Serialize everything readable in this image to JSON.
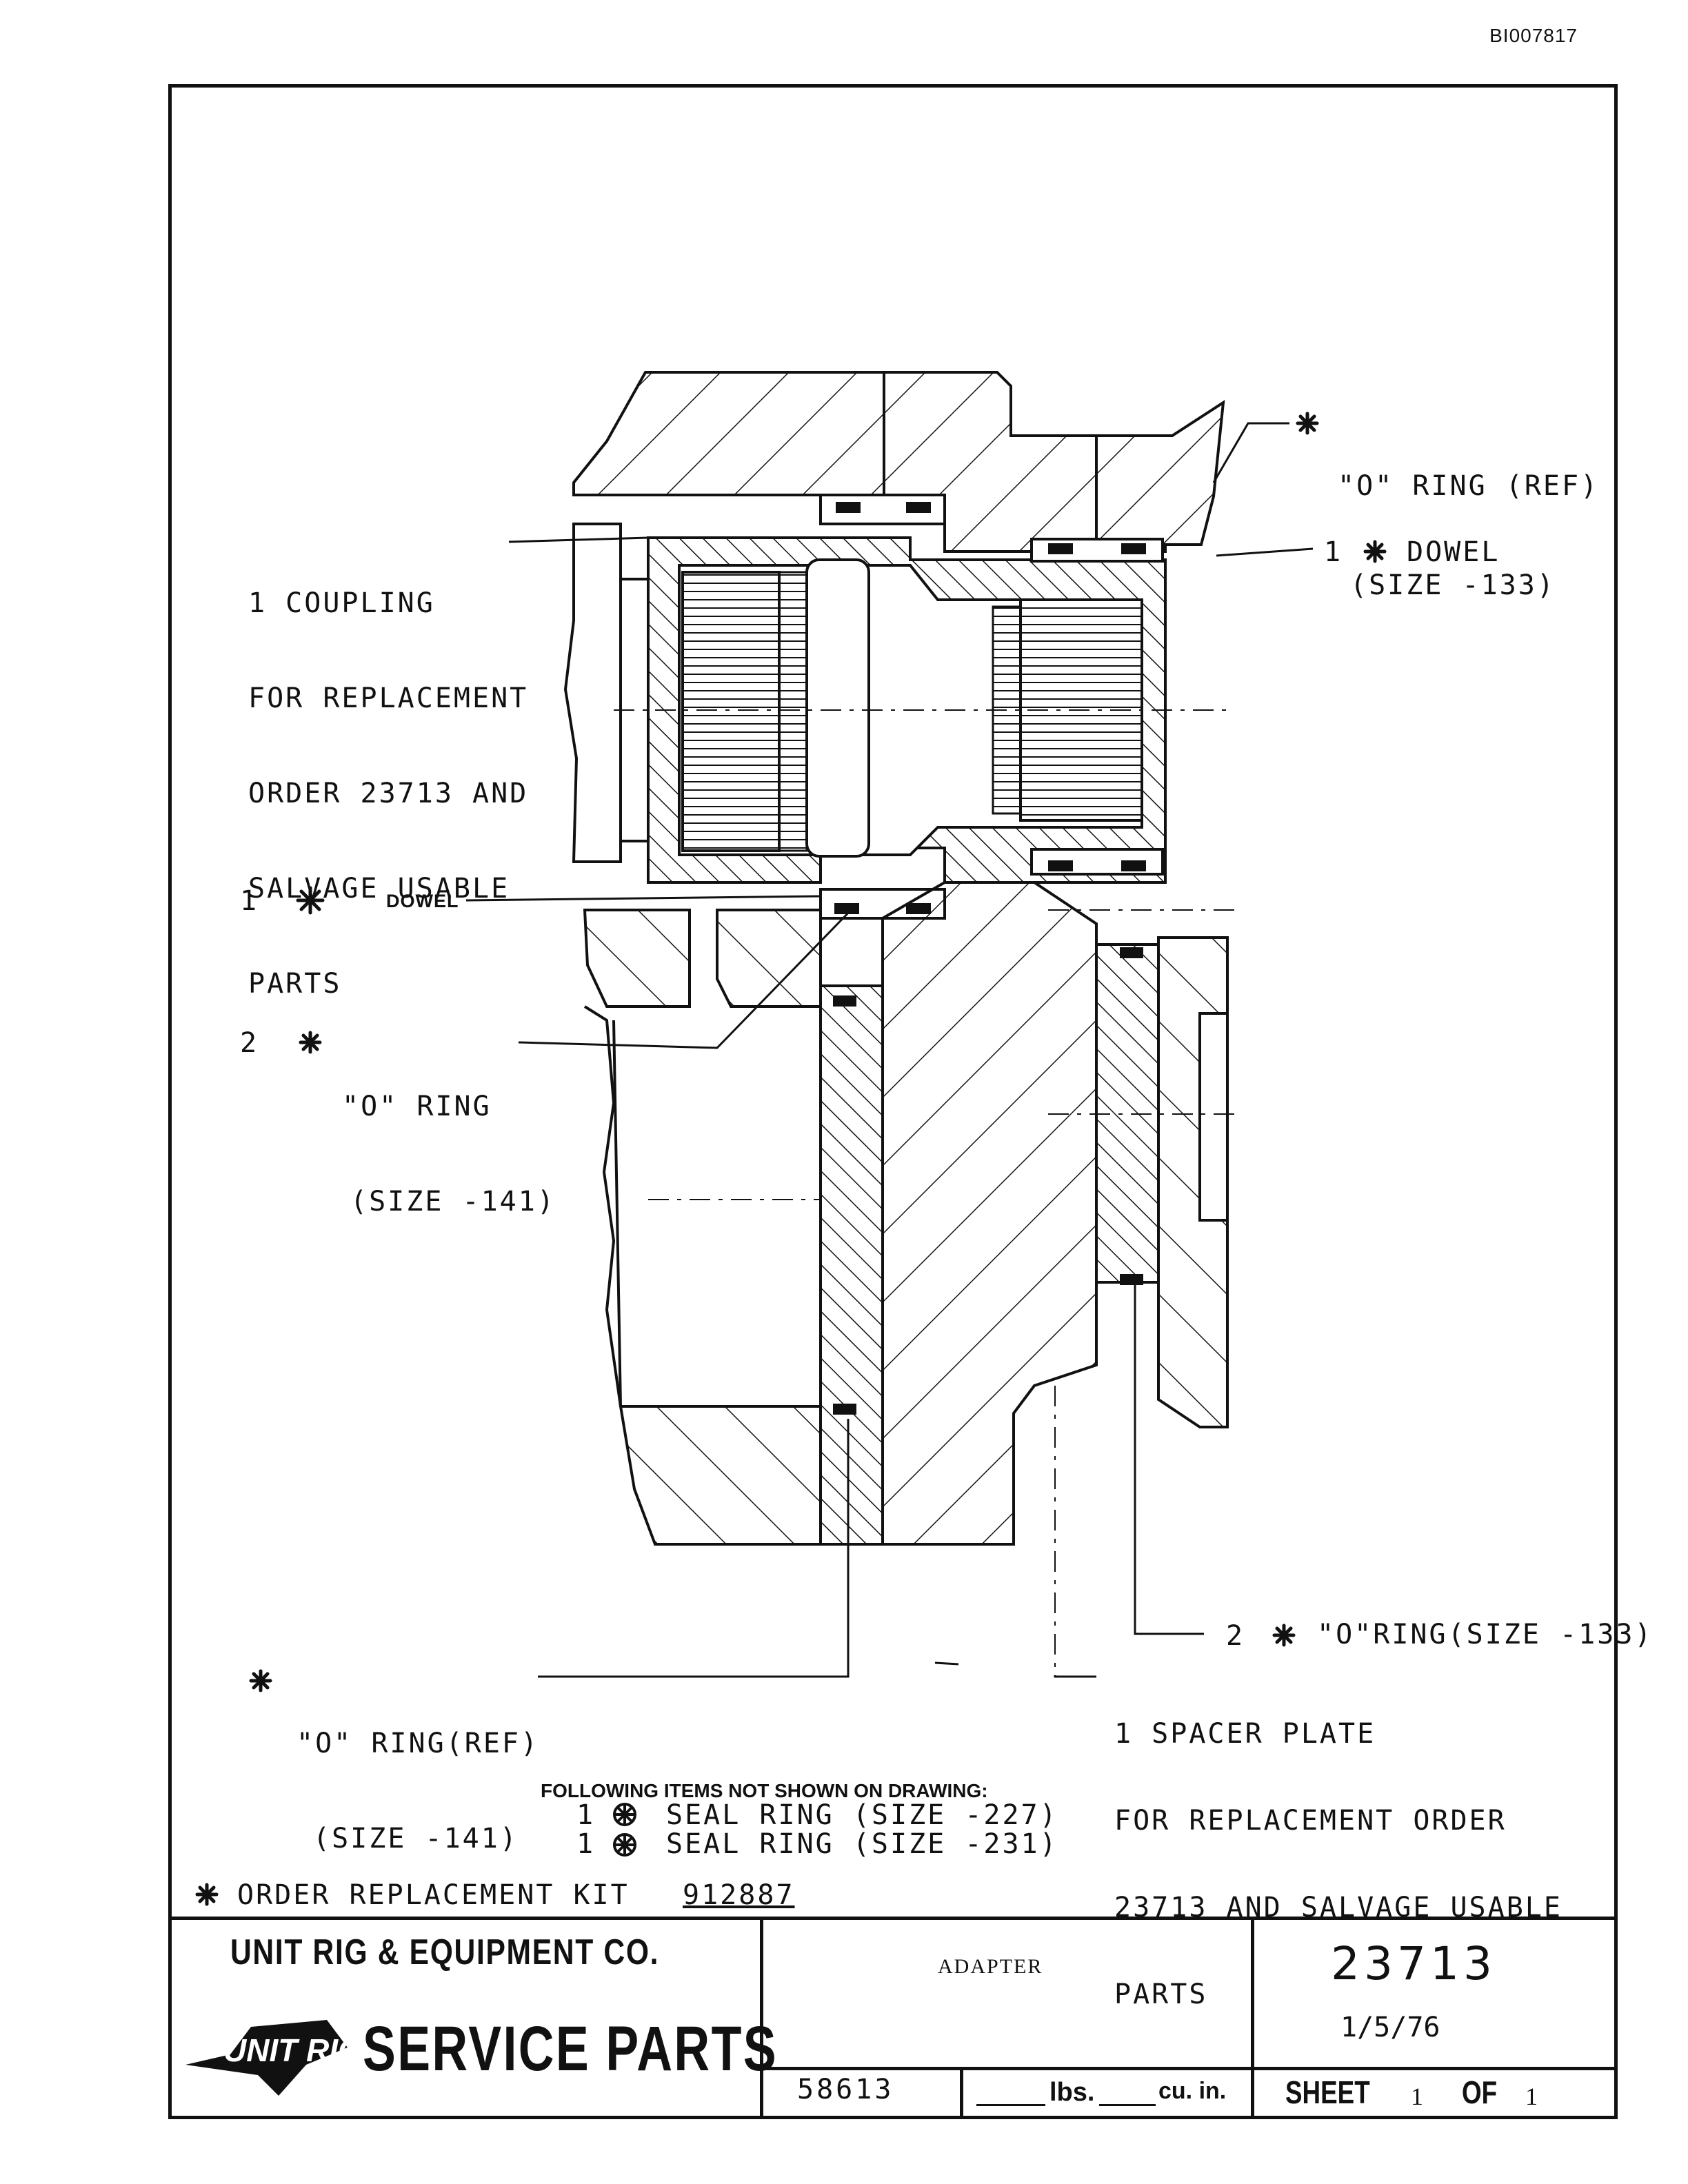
{
  "doc_id": "BI007817",
  "labels": {
    "o_ring_ref_133_line1": "\"O\" RING (REF)",
    "o_ring_ref_133_line2": "(SIZE -133)",
    "dowel_top_qty": "1",
    "dowel_top": "DOWEL",
    "coupling": [
      "1 COUPLING",
      "FOR REPLACEMENT",
      "ORDER 23713 AND",
      "SALVAGE USABLE",
      "PARTS"
    ],
    "dowel_left_qty": "1",
    "dowel_left": "DOWEL",
    "o_ring_141_qty": "2",
    "o_ring_141_line1": "\"O\" RING",
    "o_ring_141_line2": "(SIZE -141)",
    "o_ring_133_qty": "2",
    "o_ring_133": "\"O\"RING(SIZE -133)",
    "o_ring_ref_141_line1": "\"O\" RING(REF)",
    "o_ring_ref_141_line2": "(SIZE -141)",
    "spacer_plate": [
      "1 SPACER PLATE",
      "FOR REPLACEMENT ORDER",
      "23713 AND SALVAGE USABLE",
      "PARTS"
    ]
  },
  "notes": {
    "heading": "FOLLOWING ITEMS NOT SHOWN ON DRAWING:",
    "items": [
      {
        "qty": "1",
        "text": "SEAL RING (SIZE -227)"
      },
      {
        "qty": "1",
        "text": "SEAL RING (SIZE -231)"
      }
    ],
    "kit_prefix": "ORDER REPLACEMENT KIT",
    "kit_number": "912887"
  },
  "title_block": {
    "company": "UNIT RIG & EQUIPMENT CO.",
    "logo_text": "UNIT RIG",
    "service": "SERVICE PARTS",
    "title": "ADAPTER",
    "drawing_number": "23713",
    "date": "1/5/76",
    "part_code": "58613",
    "weight_unit": "lbs.",
    "volume_unit": "cu. in.",
    "sheet_label": "SHEET",
    "sheet_number": "1",
    "of_label": "OF",
    "sheet_total": "1"
  }
}
